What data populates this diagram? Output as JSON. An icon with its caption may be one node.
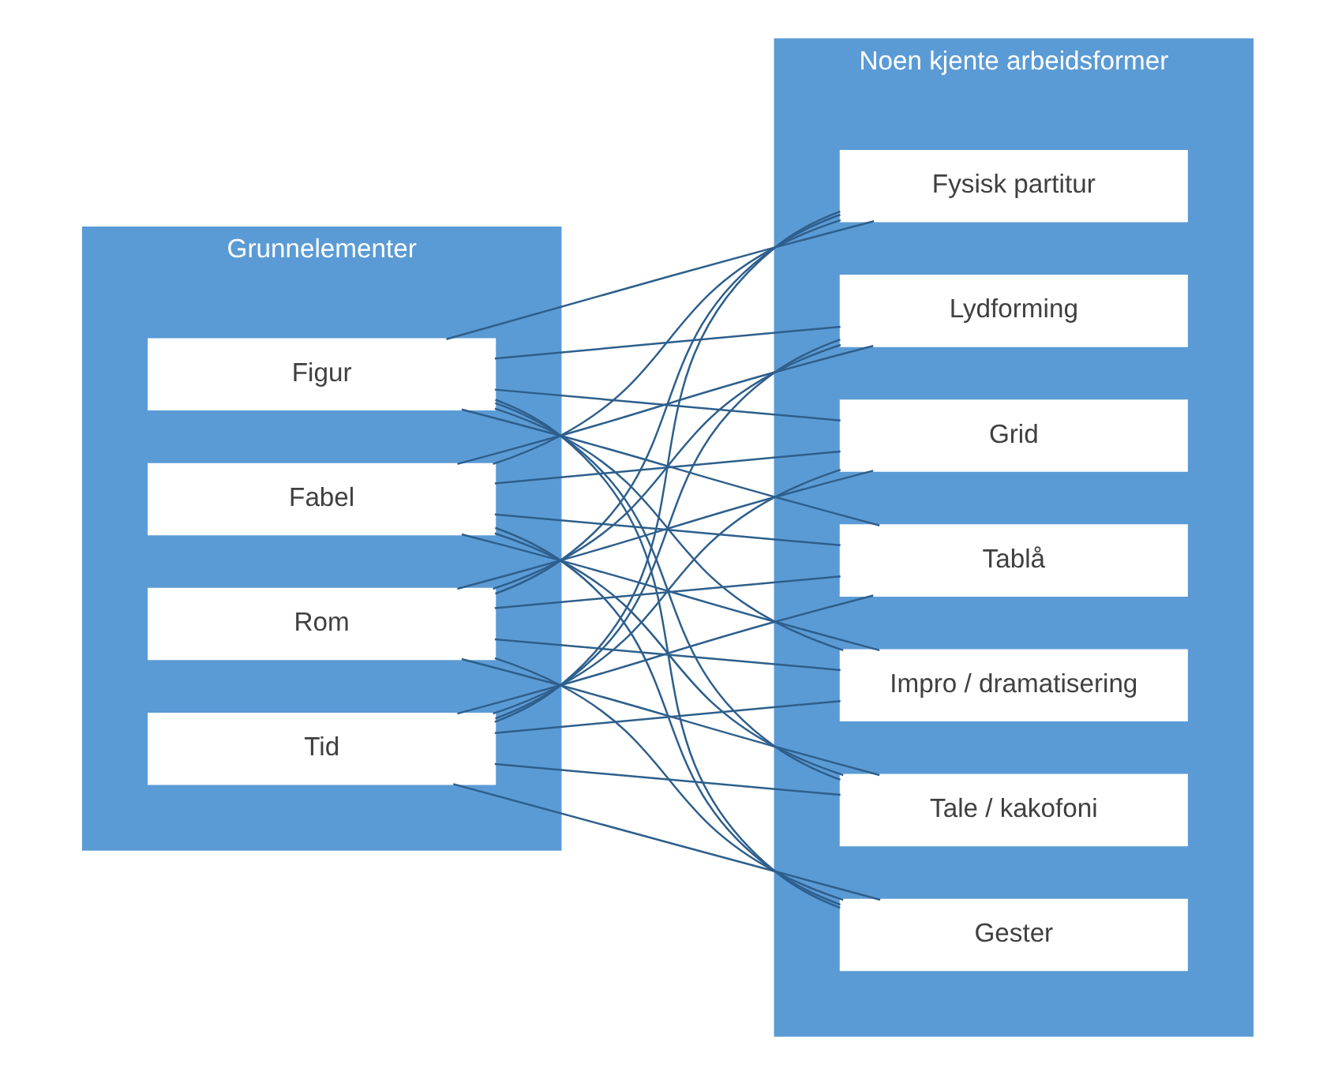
{
  "diagram": {
    "nodes": [
      {
        "text": [
          "Grunnelementer"
        ]
      },
      {
        "text": [
          "Figur"
        ],
        "in": 0
      },
      {
        "text": [
          "Fabel"
        ],
        "in": 0
      },
      {
        "text": [
          "Rom"
        ],
        "in": 0
      },
      {
        "text": [
          "Tid"
        ],
        "in": 0
      },
      {
        "text": [
          "Noen kjente arbeidsformer"
        ]
      },
      {
        "text": [
          "Lydforming"
        ],
        "in": 5
      },
      {
        "text": [
          "Grid"
        ],
        "in": 5
      },
      {
        "text": [
          "Tablå"
        ],
        "in": 5
      },
      {
        "text": [
          "Impro / dramatisering"
        ],
        "in": 5
      },
      {
        "text": [
          "Tale / kakofoni"
        ],
        "in": 5
      },
      {
        "text": [
          "Gester"
        ],
        "in": 5
      },
      {
        "text": [
          "Fysisk partitur"
        ],
        "in": 5
      }
    ],
    "edges": [
      {
        "from": 1,
        "to": 6,
        "arrow": "none"
      },
      {
        "from": 1,
        "to": 7,
        "arrow": "none"
      },
      {
        "from": 1,
        "to": 8,
        "arrow": "none"
      },
      {
        "from": 1,
        "to": 9,
        "arrow": "none"
      },
      {
        "from": 1,
        "to": 10,
        "arrow": "none"
      },
      {
        "from": 1,
        "to": 11,
        "arrow": "none"
      },
      {
        "from": 1,
        "to": 12,
        "arrow": "none"
      },
      {
        "from": 2,
        "to": 6,
        "arrow": "none"
      },
      {
        "from": 2,
        "to": 7,
        "arrow": "none"
      },
      {
        "from": 2,
        "to": 8,
        "arrow": "none"
      },
      {
        "from": 2,
        "to": 9,
        "arrow": "none"
      },
      {
        "from": 2,
        "to": 10,
        "arrow": "none"
      },
      {
        "from": 2,
        "to": 11,
        "arrow": "none"
      },
      {
        "from": 2,
        "to": 12,
        "arrow": "none"
      },
      {
        "from": 3,
        "to": 6,
        "arrow": "none"
      },
      {
        "from": 3,
        "to": 7,
        "arrow": "none"
      },
      {
        "from": 3,
        "to": 8,
        "arrow": "none"
      },
      {
        "from": 3,
        "to": 9,
        "arrow": "none"
      },
      {
        "from": 3,
        "to": 10,
        "arrow": "none"
      },
      {
        "from": 3,
        "to": 11,
        "arrow": "none"
      },
      {
        "from": 3,
        "to": 12,
        "arrow": "none"
      },
      {
        "from": 4,
        "to": 6,
        "arrow": "none"
      },
      {
        "from": 4,
        "to": 7,
        "arrow": "none"
      },
      {
        "from": 4,
        "to": 8,
        "arrow": "none"
      },
      {
        "from": 4,
        "to": 9,
        "arrow": "none"
      },
      {
        "from": 4,
        "to": 10,
        "arrow": "none"
      },
      {
        "from": 4,
        "to": 11,
        "arrow": "none"
      },
      {
        "from": 4,
        "to": 12,
        "arrow": "none"
      }
    ]
  }
}
